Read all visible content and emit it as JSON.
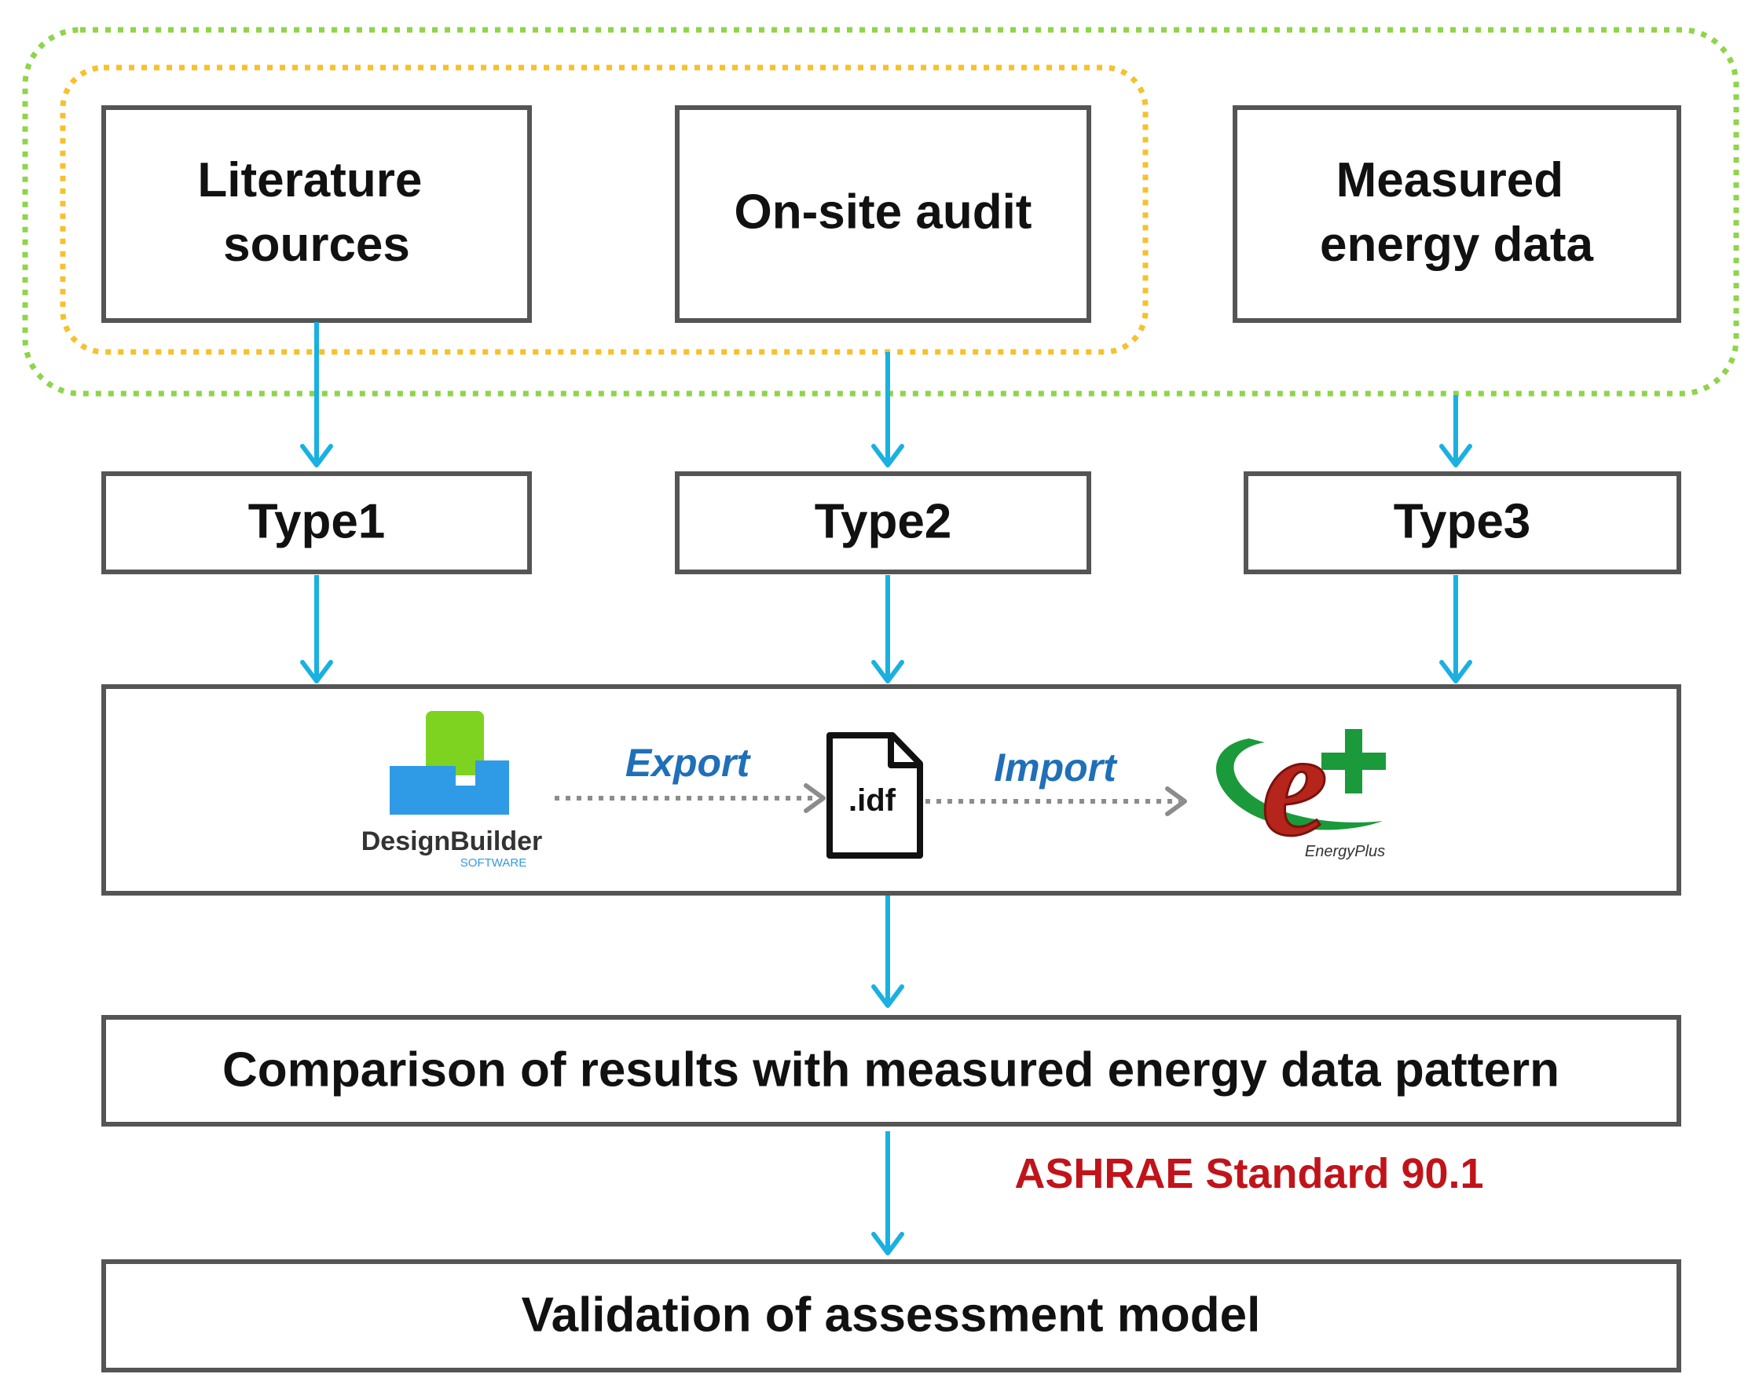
{
  "colors": {
    "outer_group_border": "#8fd44a",
    "inner_group_border": "#f6c12d",
    "flow_arrow": "#1ab0e0",
    "box_border": "#555555",
    "tool_label": "#1f6fb9",
    "standard_label": "#c0141a",
    "designbuilder_blue": "#2f9be6",
    "designbuilder_green": "#7ed321",
    "energyplus_red": "#b5251c",
    "energyplus_green": "#1a9a3a"
  },
  "sources": {
    "literature": "Literature sources",
    "audit": "On-site audit",
    "measured": "Measured energy data"
  },
  "types": {
    "type1": "Type1",
    "type2": "Type2",
    "type3": "Type3"
  },
  "tools": {
    "designbuilder_name": "DesignBuilder",
    "designbuilder_sub": "SOFTWARE",
    "export_label": "Export",
    "file_label": ".idf",
    "import_label": "Import",
    "energyplus_name": "EnergyPlus"
  },
  "comparison": "Comparison of results with measured energy data pattern",
  "standard": "ASHRAE Standard 90.1",
  "validation": "Validation of assessment model"
}
